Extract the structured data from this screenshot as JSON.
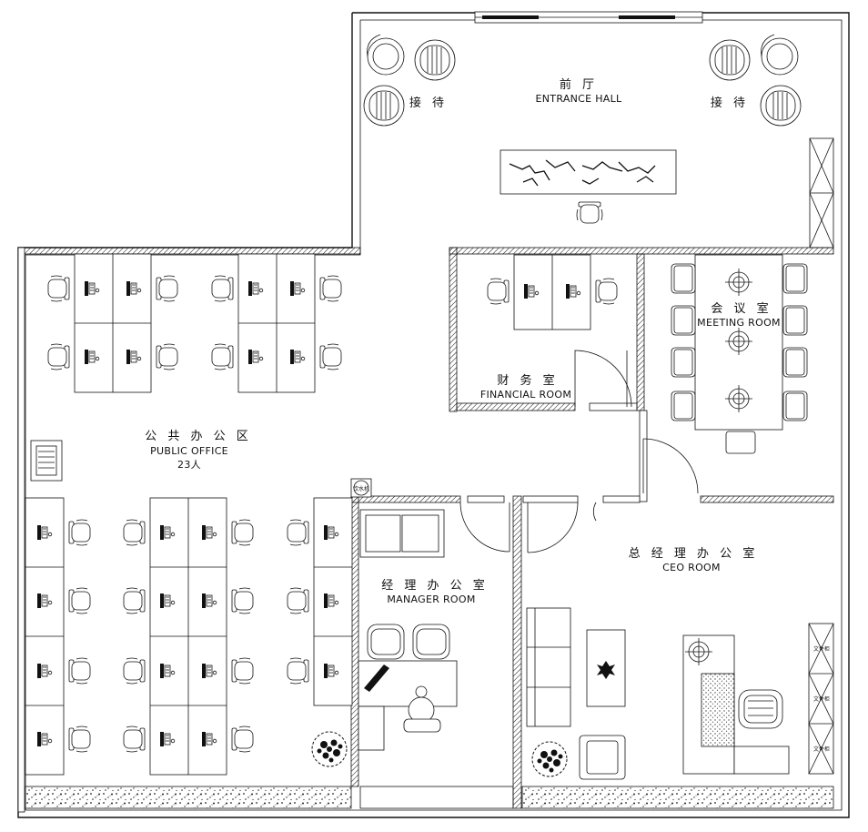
{
  "rooms": {
    "entrance": {
      "zh": "前 厅",
      "en": "ENTRANCE HALL",
      "reception_left": "接 待",
      "reception_right": "接 待"
    },
    "public_office": {
      "zh": "公 共 办 公 区",
      "en": "PUBLIC OFFICE",
      "count": "23人"
    },
    "financial": {
      "zh": "财 务 室",
      "en": "FINANCIAL ROOM"
    },
    "meeting": {
      "zh": "会 议 室",
      "en": "MEETING ROOM"
    },
    "manager": {
      "zh": "经 理 办 公 室",
      "en": "MANAGER ROOM"
    },
    "ceo": {
      "zh": "总 经 理 办 公 室",
      "en": "CEO ROOM"
    }
  },
  "fixtures": {
    "water_dispenser": "饮水机",
    "file_cabinet": "文件柜"
  }
}
